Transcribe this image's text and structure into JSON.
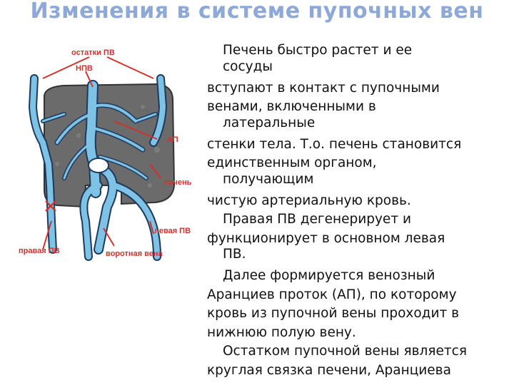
{
  "slide": {
    "title": "Изменения в системе пупочных вен",
    "labels": {
      "ostatki_pv": "остатки ПВ",
      "npv": "НПВ",
      "ap": "АП",
      "pechen": "печень",
      "levaya_pv": "левая ПВ",
      "pravaya_pv": "правая ПВ",
      "vorotnaya_vena": "воротная вена"
    },
    "lines": [
      "Печень быстро растет и ее",
      "сосуды",
      "вступают в контакт с пупочными",
      "венами, включенными в",
      "латеральные",
      "стенки тела. Т.о. печень становится",
      "единственным органом,",
      "получающим",
      "чистую артериальную кровь.",
      "Правая ПВ дегенерирует и",
      "функционирует в основном  левая",
      "ПВ.",
      "Далее формируется венозный",
      "Аранциев проток (АП), по которому",
      "кровь из пупочной вены  проходит  в",
      "нижнюю полую вену.",
      "Остатком пупочной вены является",
      "круглая связка печени,  Аранциева"
    ]
  },
  "colors": {
    "title": "#8ea9d8",
    "label_red": "#d2322d",
    "vessel_blue": "#7ec3e6",
    "vessel_outline": "#1e3a5f",
    "liver_gray": "#6b6b6b"
  }
}
